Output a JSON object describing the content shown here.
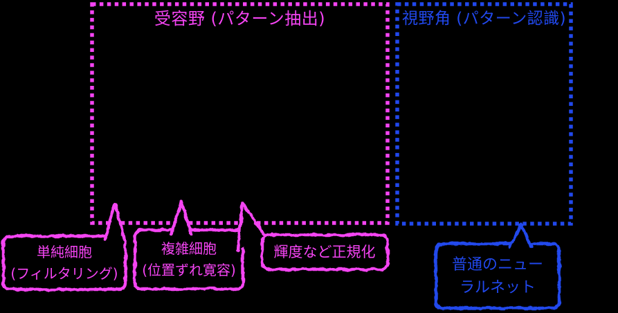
{
  "diagram": {
    "background_color": "#000000",
    "accent_magenta": "#f544f3",
    "accent_blue": "#2148ec",
    "receptive_field_region": {
      "title": "受容野 (パターン抽出)",
      "border_style": "dotted",
      "color": "#f544f3"
    },
    "view_angle_region": {
      "title": "視野角 (パターン認識)",
      "border_style": "dotted",
      "color": "#2148ec"
    },
    "callouts": [
      {
        "id": "simple-cells",
        "color": "#f544f3",
        "lines": [
          "単純細胞",
          "(フィルタリング)"
        ]
      },
      {
        "id": "complex-cells",
        "color": "#f544f3",
        "lines": [
          "複雑細胞",
          "(位置ずれ寛容)"
        ]
      },
      {
        "id": "normalization",
        "color": "#f544f3",
        "lines": [
          "輝度など正規化"
        ]
      },
      {
        "id": "ordinary-neural-net",
        "color": "#2148ec",
        "lines": [
          "普通のニュー",
          "ラルネット"
        ]
      }
    ]
  }
}
